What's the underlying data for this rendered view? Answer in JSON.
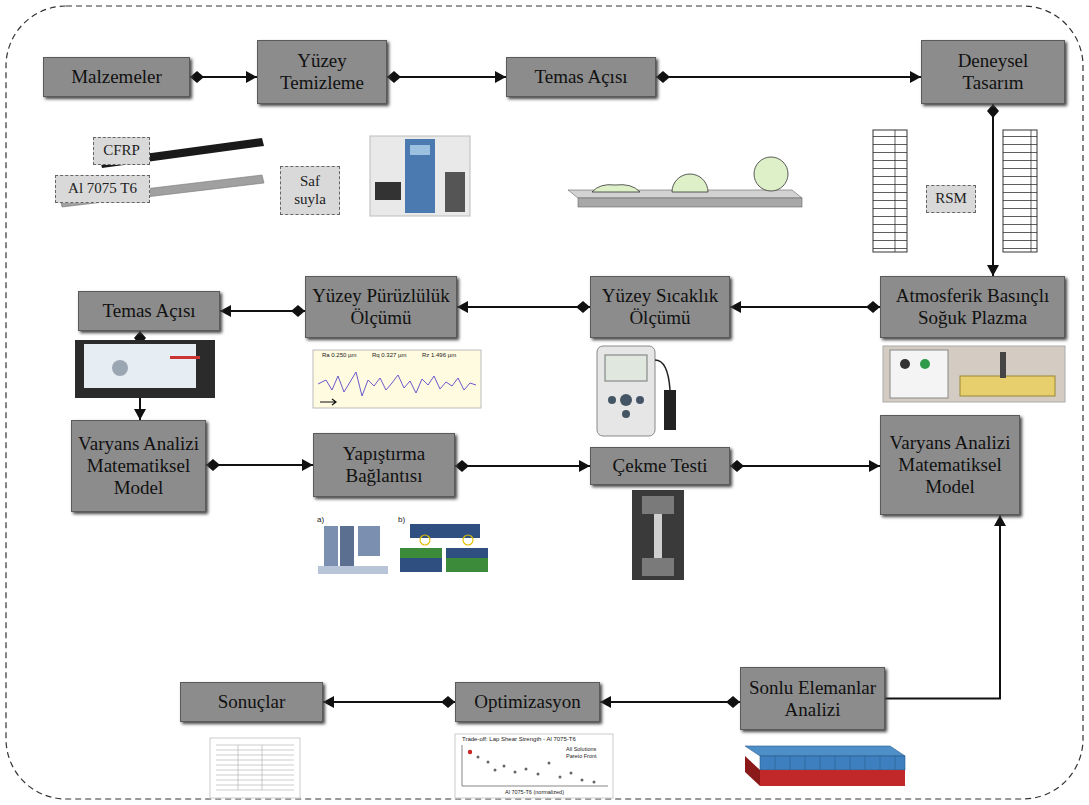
{
  "diagram": {
    "nodes": [
      {
        "text": [
          "Malzemeler"
        ]
      },
      {
        "text": [
          "CFRP"
        ]
      },
      {
        "text": [
          "Al 7075 T6"
        ]
      },
      {
        "text": [
          "Yüzey Temizleme"
        ]
      },
      {
        "text": [
          "Saf suyla"
        ]
      },
      {
        "text": [
          "Temas Açısı"
        ]
      },
      {
        "text": [
          "Deneysel Tasarım"
        ]
      },
      {
        "text": [
          "RSM"
        ]
      },
      {
        "text": [
          "Temas Açısı"
        ]
      },
      {
        "text": [
          "Yüzey Pürüzlülük Ölçümü"
        ]
      },
      {
        "text": [
          "Yüzey Sıcaklık Ölçümü"
        ]
      },
      {
        "text": [
          "Atmosferik Basınçlı Soğuk Plazma"
        ]
      },
      {
        "text": [
          "Varyans Analizi Matematiksel Model"
        ]
      },
      {
        "text": [
          "Yapıştırma Bağlantısı"
        ]
      },
      {
        "text": [
          "Çekme Testi"
        ]
      },
      {
        "text": [
          "Varyans Analizi Matematiksel Model"
        ]
      },
      {
        "text": [
          "Sonuçlar"
        ]
      },
      {
        "text": [
          "Optimizasyon"
        ]
      },
      {
        "text": [
          "Sonlu Elemanlar Analizi"
        ]
      }
    ],
    "edges": [
      {
        "from": 0,
        "to": 3,
        "arrow": "to"
      },
      {
        "from": 3,
        "to": 5,
        "arrow": "to"
      },
      {
        "from": 5,
        "to": 6,
        "arrow": "to"
      },
      {
        "from": 6,
        "to": 11,
        "arrow": "to"
      },
      {
        "from": 11,
        "to": 10,
        "arrow": "to"
      },
      {
        "from": 10,
        "to": 9,
        "arrow": "to"
      },
      {
        "from": 9,
        "to": 8,
        "arrow": "to"
      },
      {
        "from": 8,
        "to": 12,
        "arrow": "to"
      },
      {
        "from": 12,
        "to": 13,
        "arrow": "to"
      },
      {
        "from": 13,
        "to": 14,
        "arrow": "to"
      },
      {
        "from": 14,
        "to": 15,
        "arrow": "to"
      },
      {
        "from": 18,
        "to": 15,
        "arrow": "to"
      },
      {
        "from": 18,
        "to": 17,
        "arrow": "to"
      },
      {
        "from": 17,
        "to": 16,
        "arrow": "to"
      }
    ],
    "labels": [
      "Ra 0.250 µm",
      "Rq 0.327 µm",
      "Rz 1.496 µm",
      "a)",
      "b)",
      "Trade-off: Lap Shear Strength - Al 7075-T6",
      "All Solutions",
      "Pareto Front",
      "Al 7075-T6 (normalized)"
    ]
  }
}
